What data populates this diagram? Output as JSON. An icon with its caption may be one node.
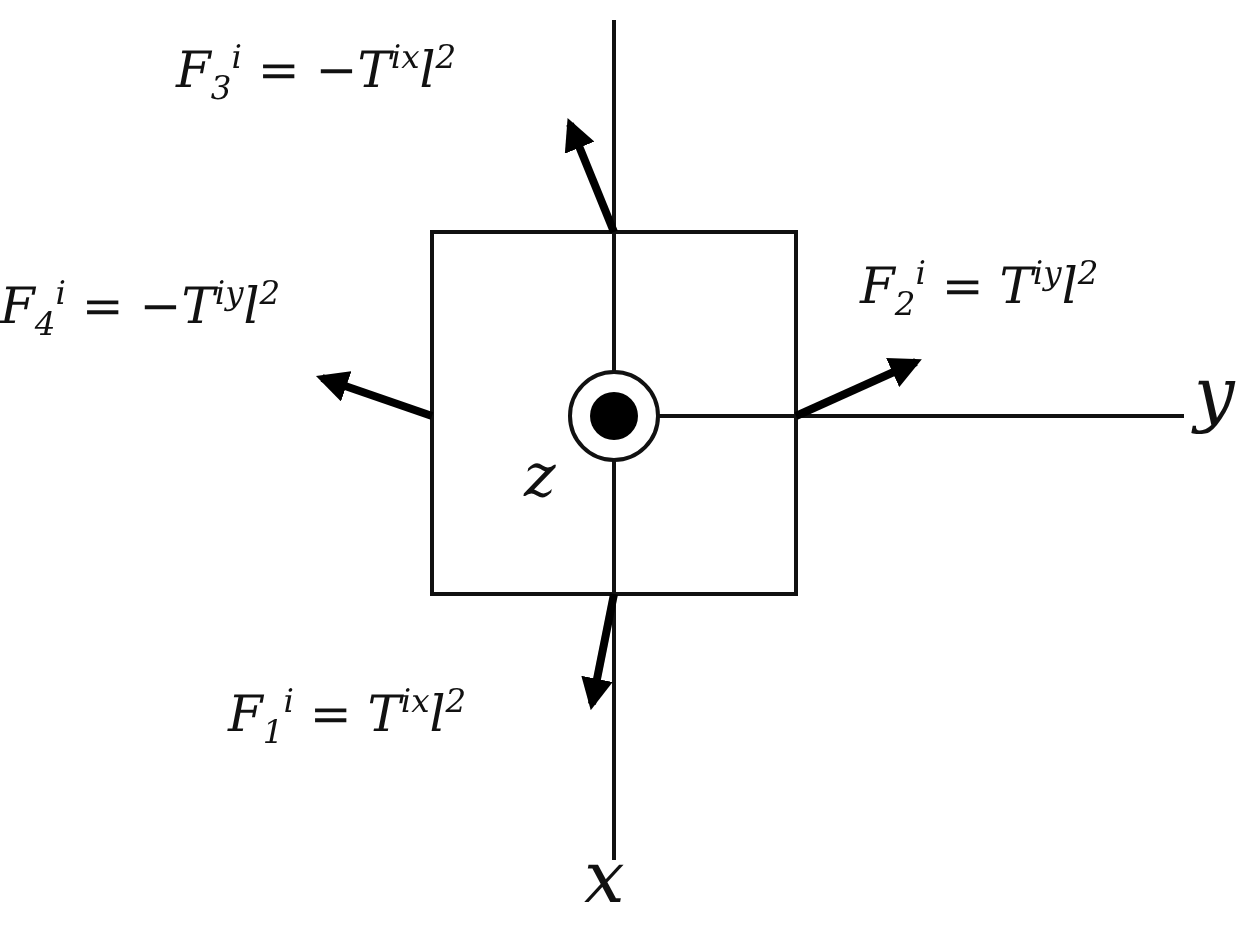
{
  "diagram": {
    "labels": [
      "F$_{3}$$^{i}$ = −T$^{ix}$l$^{2}$",
      "F$_{4}$$^{i}$ = −T$^{iy}$l$^{2}$",
      "F$_{2}$$^{i}$ = T$^{iy}$l$^{2}$",
      "y",
      "z",
      "F$_{1}$$^{i}$ = T$^{ix}$l$^{2}$",
      "x"
    ]
  }
}
